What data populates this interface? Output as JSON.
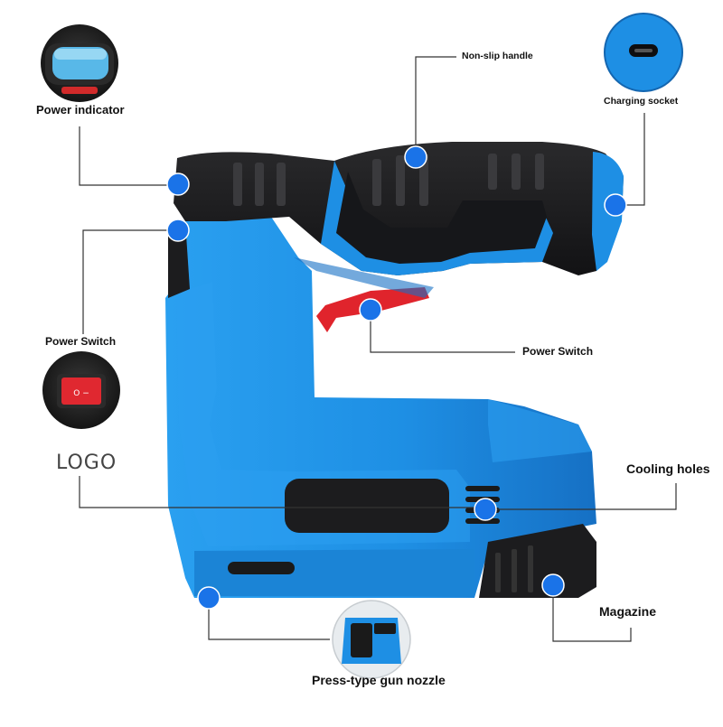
{
  "labels": {
    "power_indicator": "Power indicator",
    "non_slip_handle": "Non-slip handle",
    "charging_socket": "Charging socket",
    "power_switch_left": "Power Switch",
    "power_switch_right": "Power Switch",
    "logo": "LOGO",
    "cooling_holes": "Cooling holes",
    "magazine": "Magazine",
    "gun_nozzle": "Press-type gun nozzle"
  },
  "switch_marks": "O  −",
  "colors": {
    "body_blue": "#1e90e6",
    "body_blue_dark": "#1273c2",
    "grip_black": "#1c1c1e",
    "trigger_red": "#e0242c",
    "marker_blue": "#1a73e8",
    "leader_line": "#333333"
  },
  "icons": [
    "power-indicator-closeup",
    "charging-socket-closeup",
    "power-switch-closeup",
    "gun-nozzle-closeup"
  ]
}
